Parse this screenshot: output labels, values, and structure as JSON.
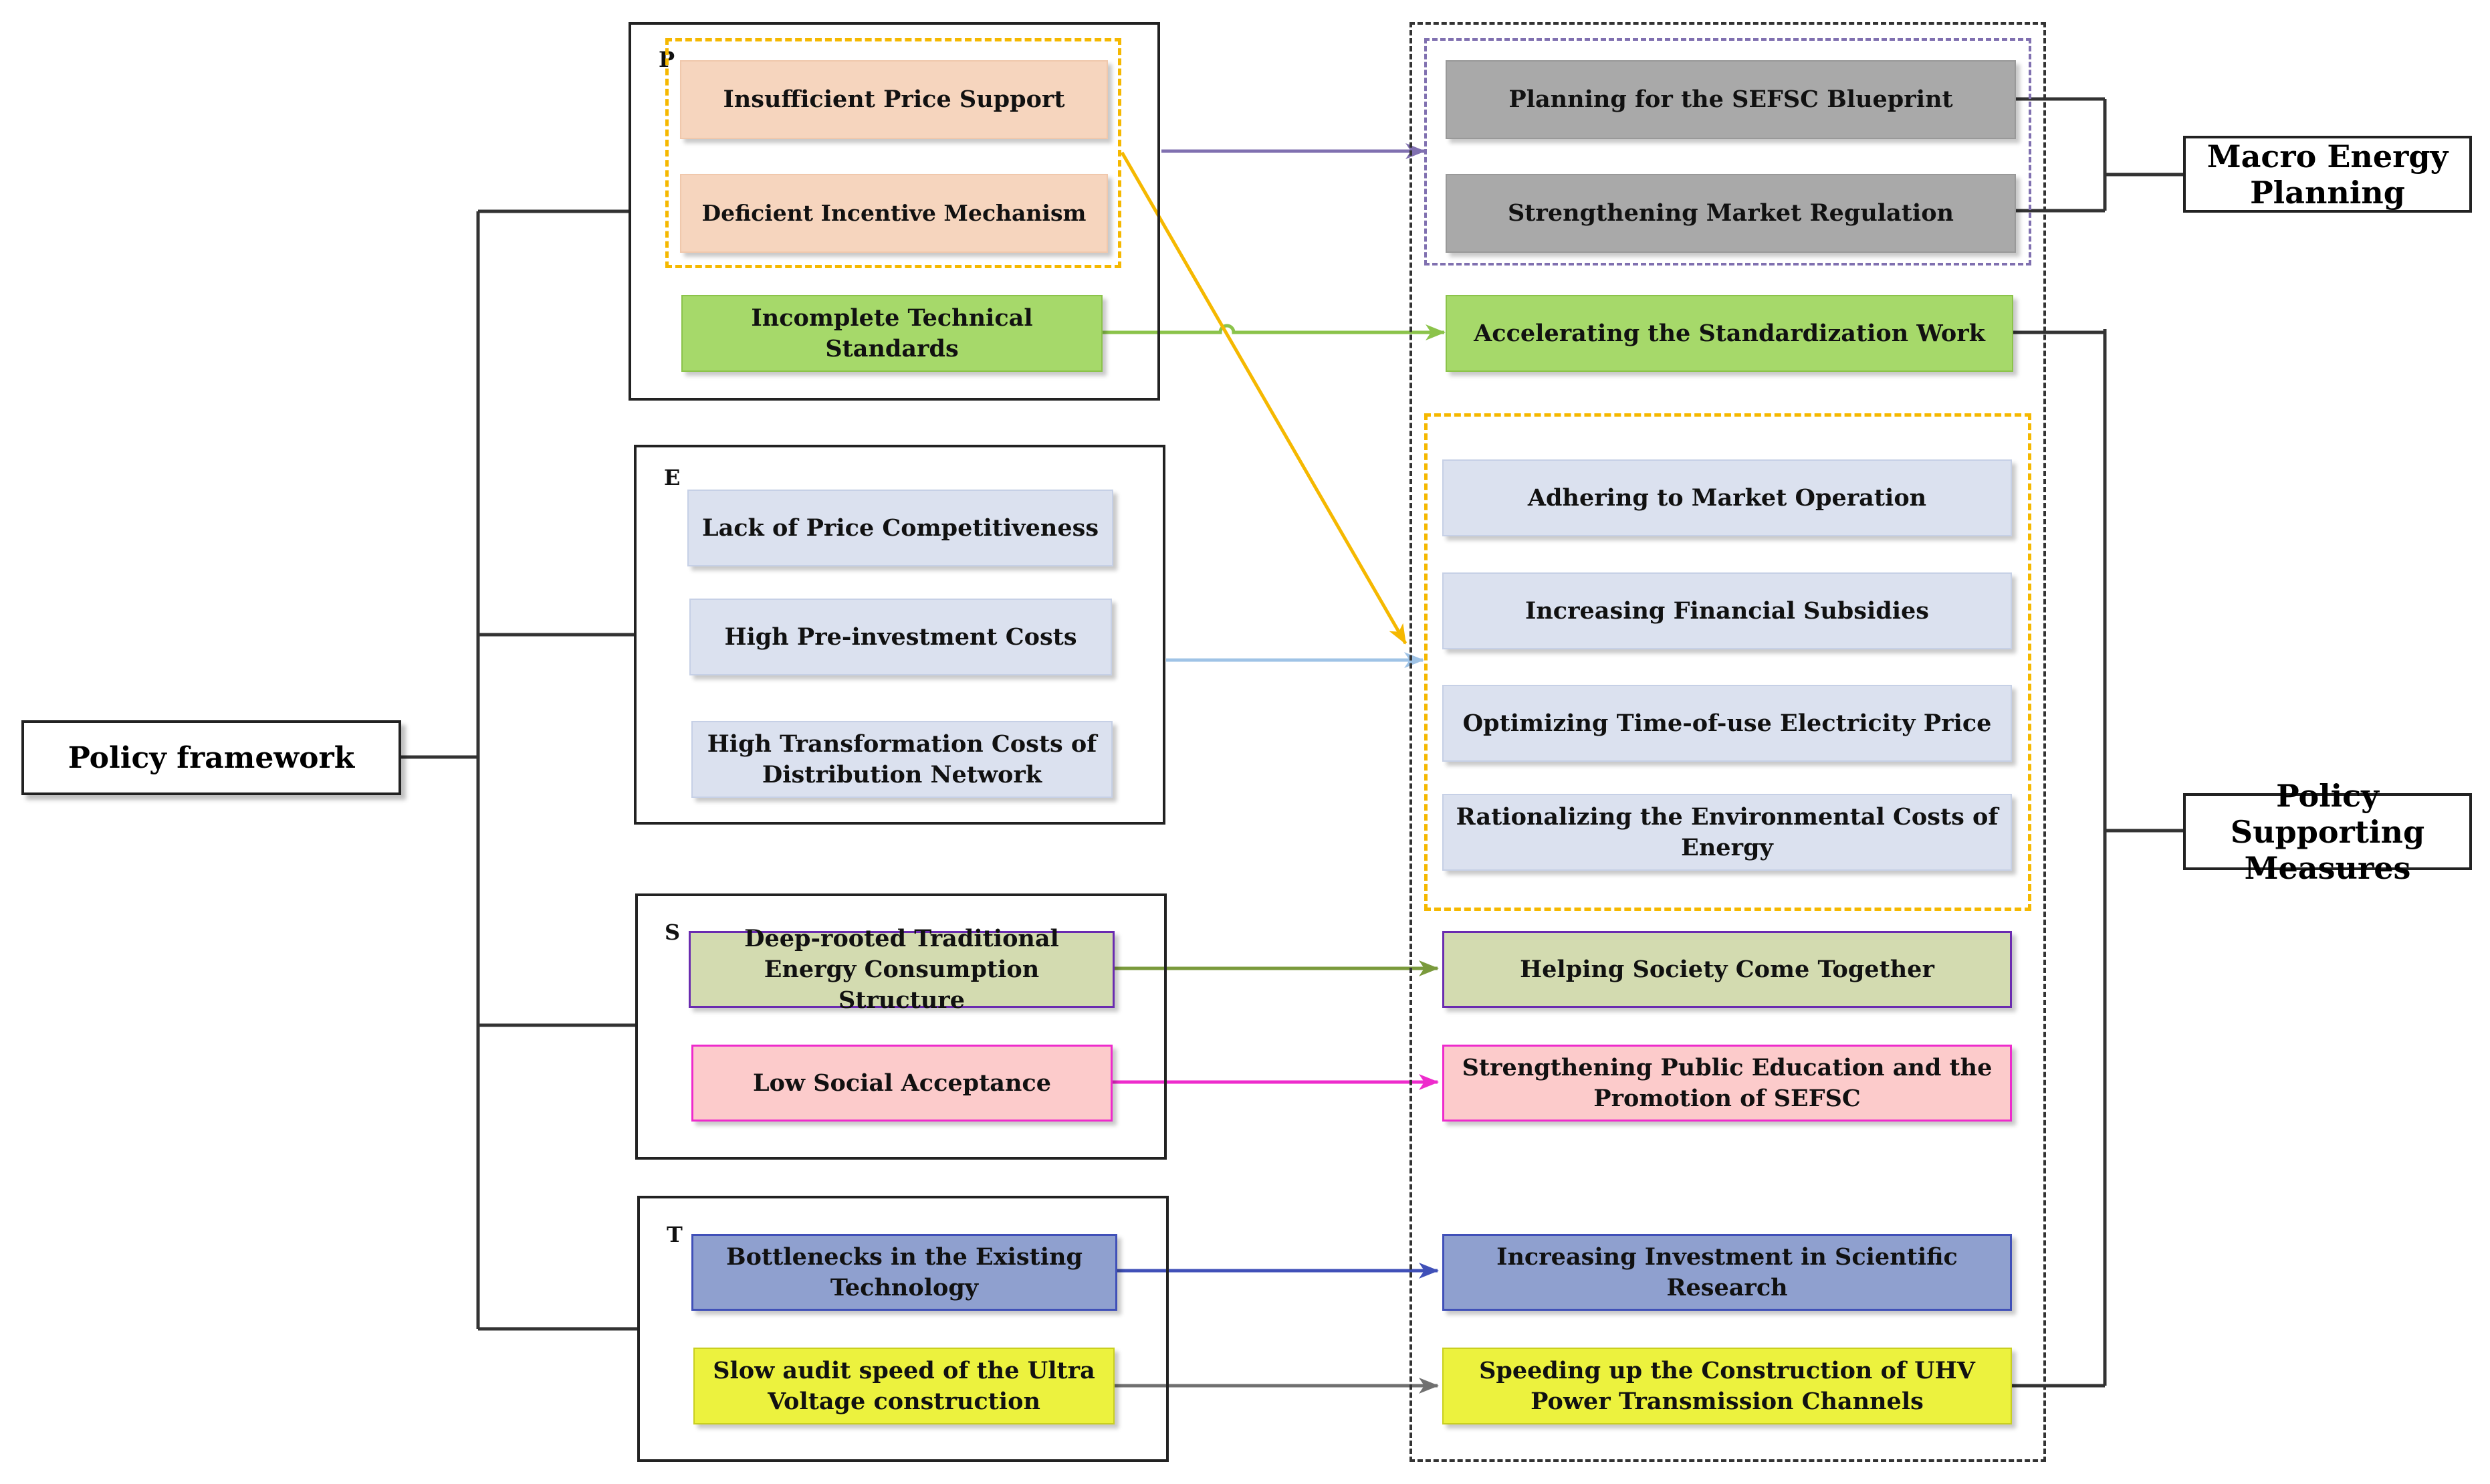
{
  "root": {
    "label": "Policy framework"
  },
  "sections": [
    {
      "letter": "P"
    },
    {
      "letter": "E"
    },
    {
      "letter": "S"
    },
    {
      "letter": "T"
    }
  ],
  "barriers": {
    "insufficient_price_support": "Insufficient Price Support",
    "deficient_incentive_mechanism": "Deficient Incentive Mechanism",
    "incomplete_technical_standards": "Incomplete Technical Standards",
    "lack_price_competitiveness": "Lack of Price Competitiveness",
    "high_preinvestment_costs": "High Pre-investment Costs",
    "high_transformation_costs": "High Transformation Costs of Distribution Network",
    "deep_rooted_structure": "Deep-rooted Traditional Energy Consumption Structure",
    "low_social_acceptance": "Low Social Acceptance",
    "bottlenecks_technology": "Bottlenecks in the Existing Technology",
    "slow_audit_speed": "Slow audit speed of the Ultra Voltage construction"
  },
  "measures": {
    "planning_blueprint": "Planning for the SEFSC Blueprint",
    "market_regulation": "Strengthening Market Regulation",
    "standardization_work": "Accelerating the Standardization Work",
    "market_operation": "Adhering to Market Operation",
    "financial_subsidies": "Increasing Financial Subsidies",
    "time_of_use_price": "Optimizing Time-of-use Electricity Price",
    "environmental_costs": "Rationalizing the Environmental Costs of Energy",
    "society_together": "Helping Society Come Together",
    "public_education": "Strengthening Public Education and the Promotion of SEFSC",
    "scientific_research": "Increasing Investment in Scientific Research",
    "uhv_channels": "Speeding up the Construction of UHV Power Transmission Channels"
  },
  "categories": {
    "macro_energy_planning": "Macro Energy Planning",
    "policy_supporting_measures": "Policy Supporting Measures"
  },
  "colors": {
    "peach": "#f6d5be",
    "gray": "#a9a9a9",
    "green": "#a6d96a",
    "lightblue": "#dbe1ef",
    "olive": "#d3dbb0",
    "pink": "#fccbcb",
    "periwinkle": "#8fa0cf",
    "yellow": "#ecf23e",
    "orange_arrow": "#f5b800",
    "purple_arrow": "#8070b0",
    "blue_arrow": "#9fc3e6",
    "olive_arrow": "#7a9a3c",
    "magenta_arrow": "#ee2bcc",
    "navy_arrow": "#4050b8",
    "gray_arrow": "#707070"
  }
}
